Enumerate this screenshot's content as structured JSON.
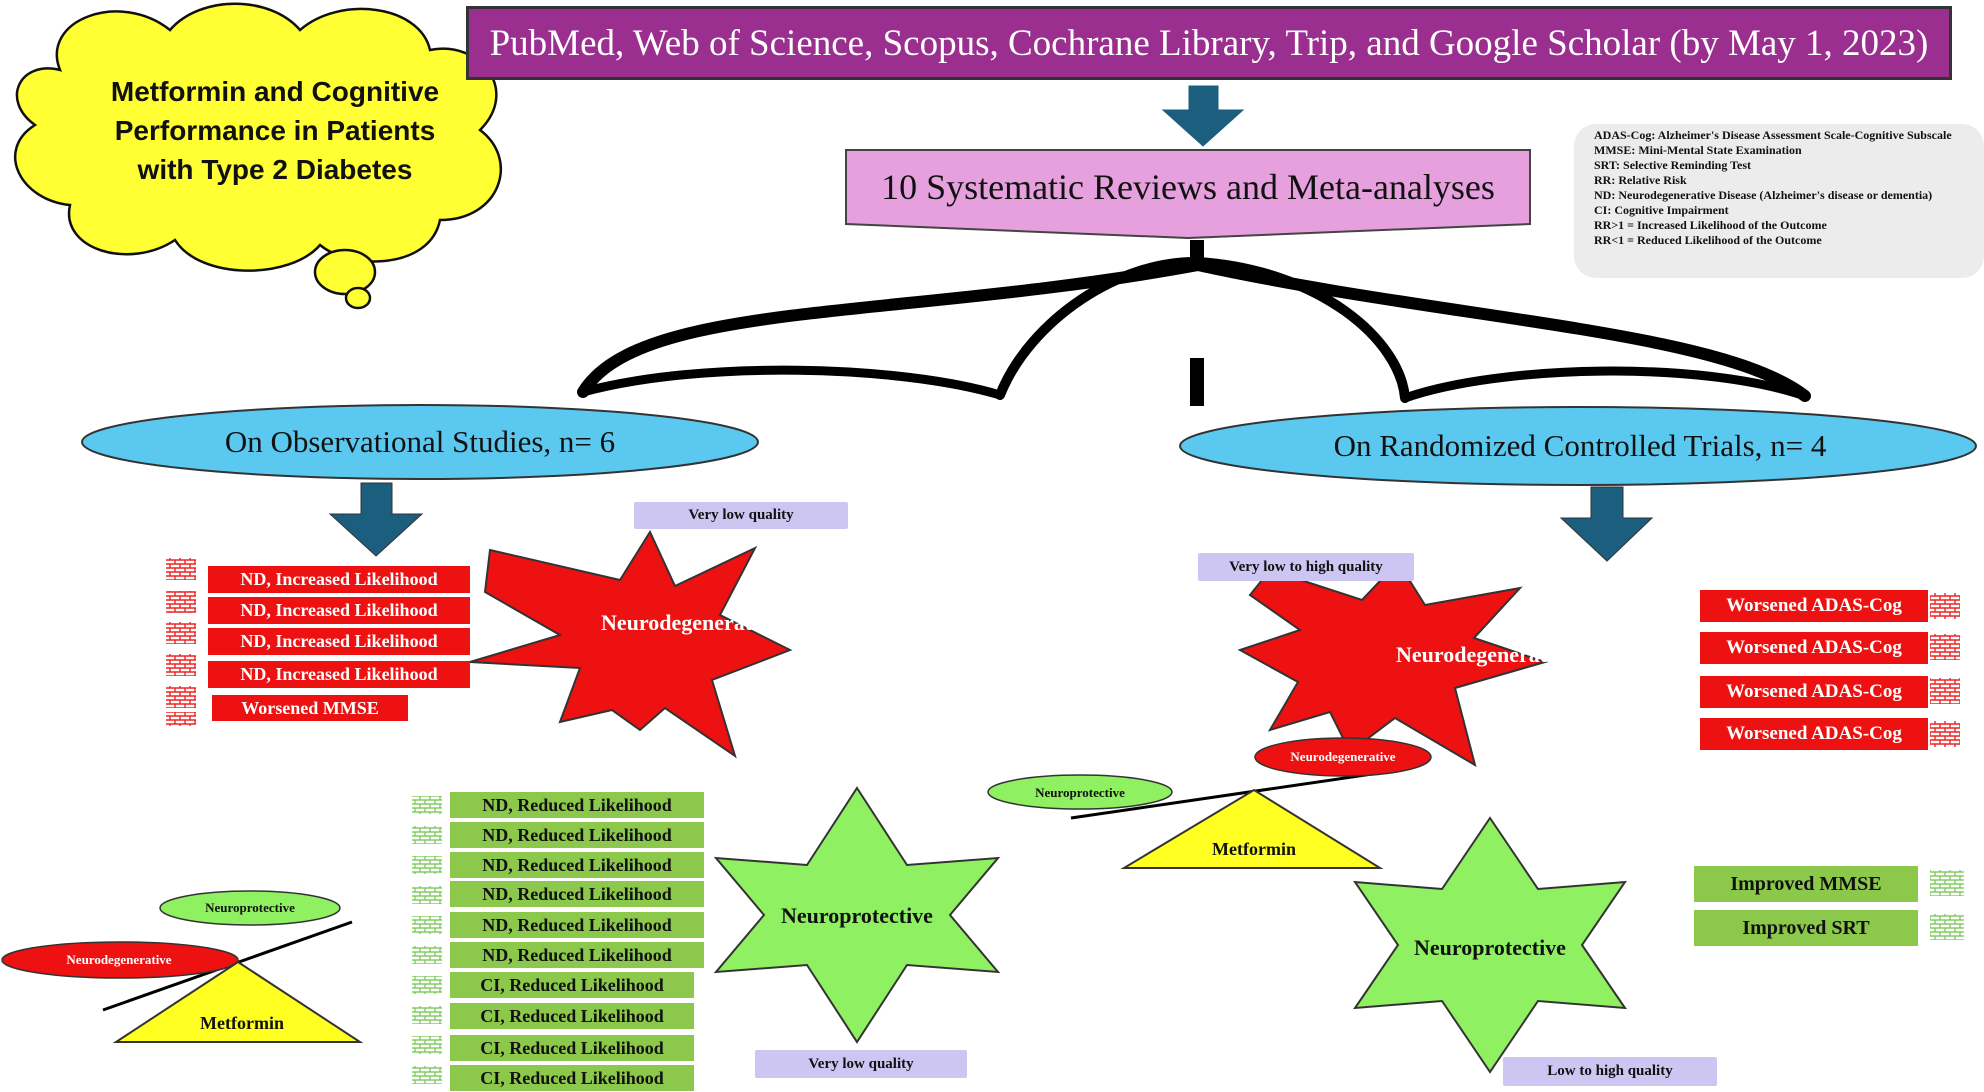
{
  "title_cloud": "Metformin and Cognitive Performance in Patients with Type 2 Diabetes",
  "sources": "PubMed, Web of Science, Scopus, Cochrane Library, Trip, and Google Scholar (by May 1, 2023)",
  "reviews": "10 Systematic Reviews and Meta-analyses",
  "legend": [
    "ADAS-Cog: Alzheimer's Disease Assessment Scale-Cognitive Subscale",
    "MMSE: Mini-Mental State Examination",
    "SRT: Selective Reminding Test",
    "RR: Relative Risk",
    "ND: Neurodegenerative Disease (Alzheimer's disease or dementia)",
    "CI: Cognitive Impairment",
    "RR>1 = Increased Likelihood of the Outcome",
    "RR<1 = Reduced Likelihood of the Outcome"
  ],
  "observational": {
    "label": "On Observational Studies, n= 6",
    "negative_quality": "Very low quality",
    "negative_items": [
      "ND, Increased Likelihood",
      "ND, Increased Likelihood",
      "ND, Increased Likelihood",
      "ND, Increased Likelihood",
      "Worsened MMSE"
    ],
    "negative_label": "Neurodegenerative",
    "positive_items": [
      "ND, Reduced Likelihood",
      "ND, Reduced Likelihood",
      "ND, Reduced Likelihood",
      "ND, Reduced Likelihood",
      "ND, Reduced Likelihood",
      "ND, Reduced Likelihood",
      "CI, Reduced Likelihood",
      "CI, Reduced Likelihood",
      "CI, Reduced Likelihood",
      "CI, Reduced Likelihood"
    ],
    "positive_label": "Neuroprotective",
    "positive_quality": "Very low quality",
    "balance": {
      "up": "Neuroprotective",
      "down": "Neurodegenerative",
      "fulcrum": "Metformin"
    }
  },
  "rct": {
    "label": "On Randomized Controlled Trials, n= 4",
    "negative_quality": "Very low to high quality",
    "negative_label": "Neurodegenerative",
    "negative_items": [
      "Worsened ADAS-Cog",
      "Worsened ADAS-Cog",
      "Worsened ADAS-Cog",
      "Worsened ADAS-Cog"
    ],
    "balance": {
      "up": "Neurodegenerative",
      "down": "Neuroprotective",
      "fulcrum": "Metformin"
    },
    "positive_label": "Neuroprotective",
    "positive_items": [
      "Improved MMSE",
      "Improved SRT"
    ],
    "positive_quality": "Low to high quality"
  },
  "colors": {
    "source_box": "#9b2f8f",
    "review_box": "#e6a0dd",
    "oval": "#5bc8f0",
    "arrow": "#1b5e7e",
    "negative": "#ee1111",
    "positive": "#8ff062",
    "item_positive": "#8cc84b",
    "quality": "#cdc6f2",
    "fulcrum": "#ffff22",
    "cloud": "#ffff33"
  }
}
